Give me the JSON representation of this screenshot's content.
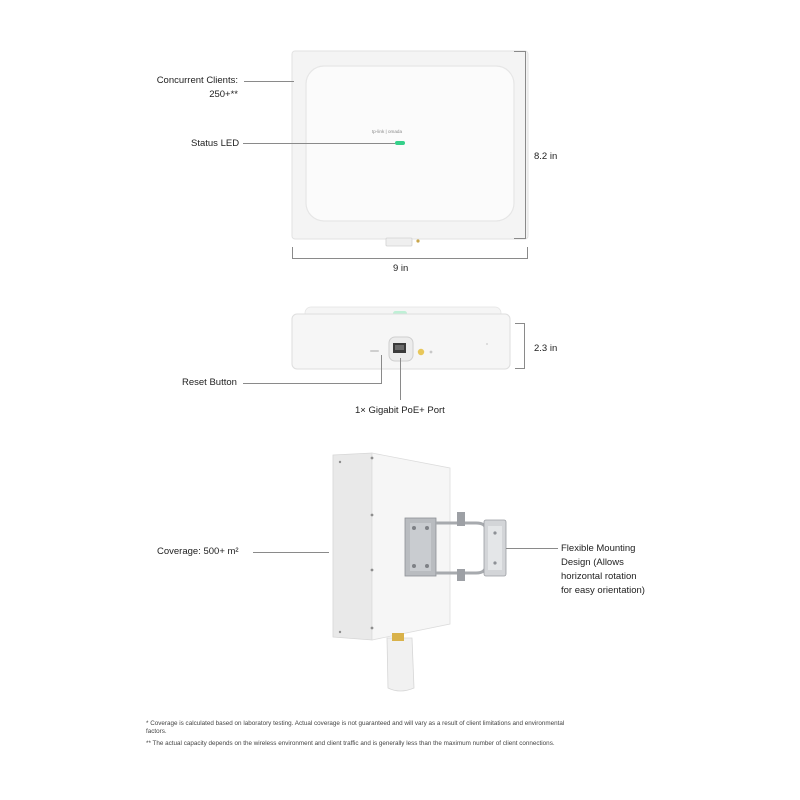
{
  "labels": {
    "concurrent_clients_line1": "Concurrent Clients:",
    "concurrent_clients_line2": "250+**",
    "status_led": "Status LED",
    "height_dim": "8.2 in",
    "width_dim": "9 in",
    "depth_dim": "2.3 in",
    "reset_button": "Reset Button",
    "poe_port": "1× Gigabit PoE+ Port",
    "coverage": "Coverage: 500+ m²",
    "mount_line1": "Flexible Mounting",
    "mount_line2": "Design (Allows",
    "mount_line3": "horizontal rotation",
    "mount_line4": "for easy orientation)"
  },
  "device_logo": "tp-link | omada",
  "footnotes": {
    "note1_line1": "* Coverage is calculated based on laboratory testing. Actual coverage is not guaranteed and will vary as a result of client limitations and environmental",
    "note1_line2": "factors.",
    "note2": "** The actual capacity depends on the wireless environment and client traffic and is generally less than the maximum number of client connections."
  },
  "colors": {
    "device_white": "#f7f7f7",
    "device_edge": "#dcdcdc",
    "led_green": "#35d08a",
    "line_gray": "#8a8a8a",
    "bracket_metal": "#b9bcc0"
  }
}
